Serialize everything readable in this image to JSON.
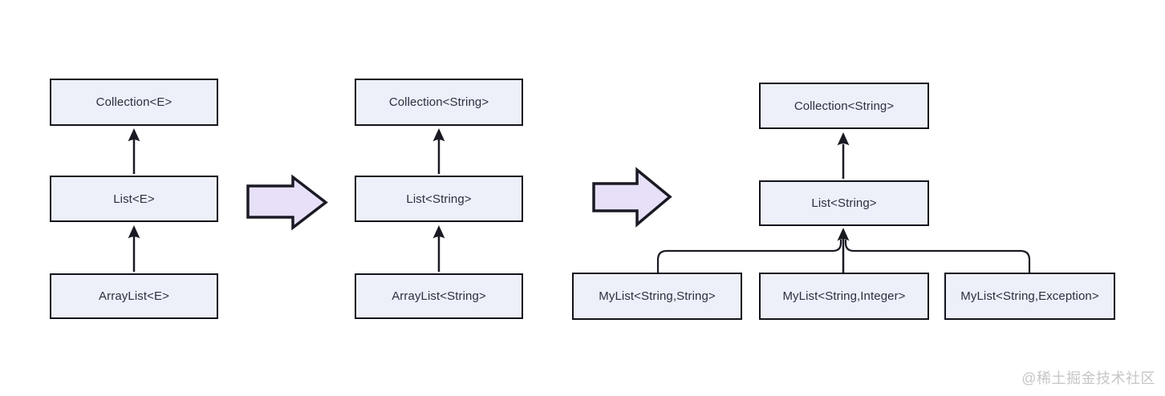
{
  "colors": {
    "background": "#ffffff",
    "box-fill": "#edf0f8",
    "box-border": "#12121c",
    "arrow-fill": "#e7e0f8",
    "line": "#1a1a24",
    "text": "#2c3040",
    "watermark": "#c6c6c6"
  },
  "generic_hierarchy": {
    "top": "Collection<E>",
    "middle": "List<E>",
    "bottom": "ArrayList<E>"
  },
  "string_hierarchy": {
    "top": "Collection<String>",
    "middle": "List<String>",
    "bottom": "ArrayList<String>"
  },
  "custom_hierarchy": {
    "top": "Collection<String>",
    "middle": "List<String>",
    "children": [
      "MyList<String,String>",
      "MyList<String,Integer>",
      "MyList<String,Exception>"
    ]
  },
  "watermark": {
    "text": "@稀土掘金技术社区"
  }
}
